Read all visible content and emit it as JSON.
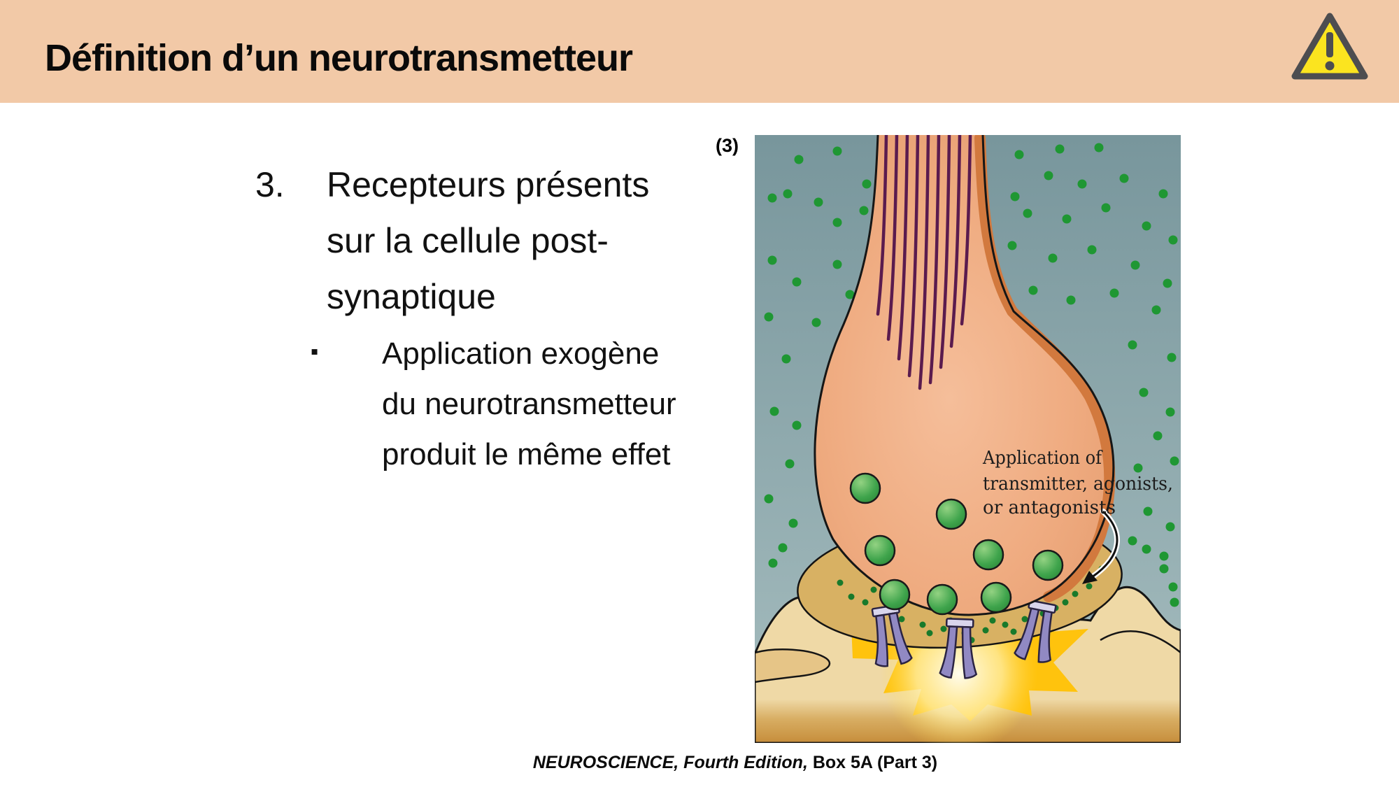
{
  "header": {
    "title": "Définition d’un neurotransmetteur",
    "warning_icon": "warning-triangle"
  },
  "content": {
    "item_number": "3.",
    "item_lines": [
      "Recepteurs présents",
      "sur la cellule post-",
      "synaptique"
    ],
    "bullet_marker": "▪",
    "bullet_lines": [
      "Application exogène",
      "du neurotransmetteur",
      "produit le même effet"
    ]
  },
  "figure": {
    "part_label": "(3)",
    "annotation_lines": [
      "Application of",
      "transmitter, agonists,",
      "or antagonists"
    ],
    "caption": {
      "italic": "NEUROSCIENCE, Fourth Edition,",
      "regular": " Box 5A (Part 3)"
    }
  },
  "colors": {
    "header_bg": "#F2C9A7",
    "warning_yellow": "#FBE41F",
    "warning_border": "#4D4D50",
    "figure_teal_top": "#78969C",
    "figure_teal_bottom": "#A6BDBF",
    "dot_green": "#1F9733",
    "terminal_salmon": "#EFAB80",
    "terminal_rim_orange": "#D2793E",
    "microtubule_purple": "#5A1B4E",
    "cleft_tan": "#D8B163",
    "postsynaptic_tan": "#C68D3B",
    "starburst_yellow": "#FFC30D",
    "receptor_purple": "#9189C3"
  }
}
